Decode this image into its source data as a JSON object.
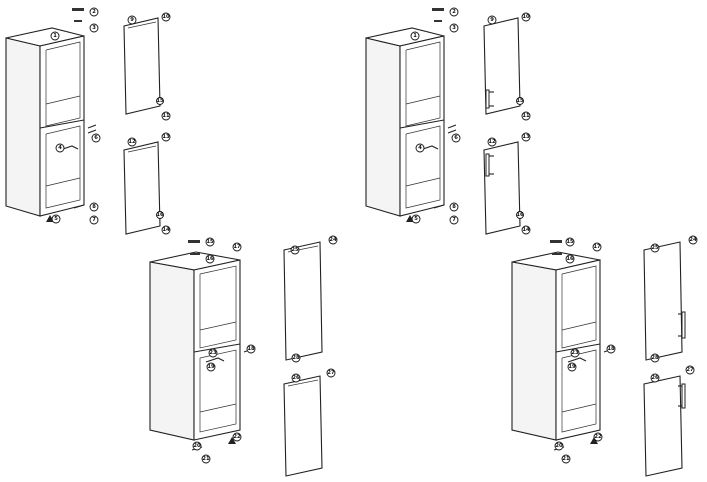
{
  "panels": [
    {
      "labels": {
        "l1": "1",
        "l2": "2",
        "l3": "3",
        "l4": "4",
        "l5": "5",
        "l6": "6",
        "l7": "7",
        "l8": "8",
        "l9": "9",
        "l10": "10",
        "l11": "11",
        "l12": "12",
        "l13": "13",
        "l14": "14",
        "l15": "15",
        "l16": "16"
      }
    },
    {
      "labels": {
        "l1": "1",
        "l2": "2",
        "l3": "3",
        "l4": "4",
        "l5": "5",
        "l6": "6",
        "l7": "7",
        "l8": "8",
        "l9": "9",
        "l10": "10",
        "l11": "11",
        "l12": "12",
        "l13": "13",
        "l14": "14",
        "l15": "15",
        "l16": "16"
      }
    },
    {
      "labels": {
        "l15": "15",
        "l16": "16",
        "l17": "17",
        "l18": "18",
        "l19": "19",
        "l20": "20",
        "l21": "21",
        "l22": "22",
        "l23": "23",
        "l24": "24",
        "l25": "25",
        "l26": "26",
        "l27": "27",
        "l28": "28"
      }
    },
    {
      "labels": {
        "l15": "15",
        "l16": "16",
        "l17": "17",
        "l18": "18",
        "l19": "19",
        "l20": "20",
        "l21": "21",
        "l22": "22",
        "l23": "23",
        "l24": "24",
        "l25": "25",
        "l26": "26",
        "l27": "27",
        "l28": "28"
      }
    }
  ]
}
